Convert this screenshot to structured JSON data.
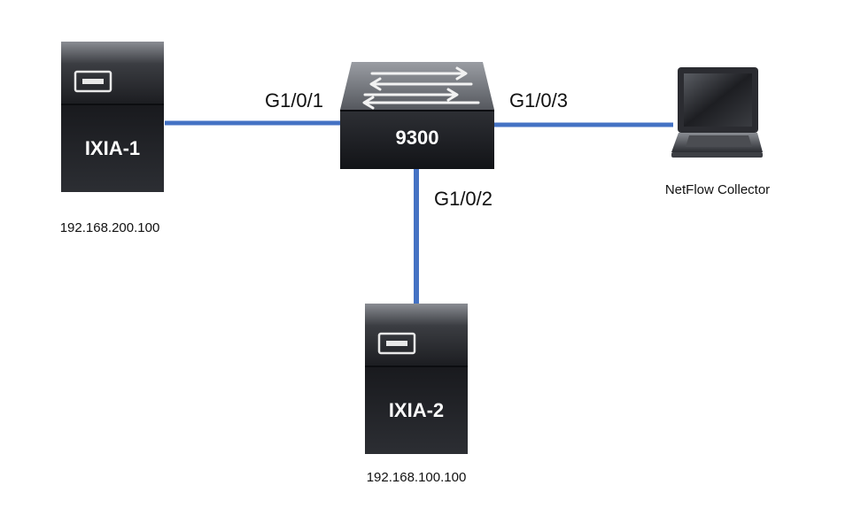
{
  "colors": {
    "link": "#4472c4",
    "device_dark": "#15161a",
    "device_light": "#6a6d73"
  },
  "devices": {
    "ixia1": {
      "name": "IXIA-1",
      "ip": "192.168.200.100",
      "icon": "server-icon"
    },
    "ixia2": {
      "name": "IXIA-2",
      "ip": "192.168.100.100",
      "icon": "server-icon"
    },
    "switch": {
      "name": "9300",
      "icon": "switch-icon"
    },
    "collector": {
      "name": "NetFlow Collector",
      "icon": "laptop-icon"
    }
  },
  "ports": {
    "p1": "G1/0/1",
    "p2": "G1/0/2",
    "p3": "G1/0/3"
  }
}
